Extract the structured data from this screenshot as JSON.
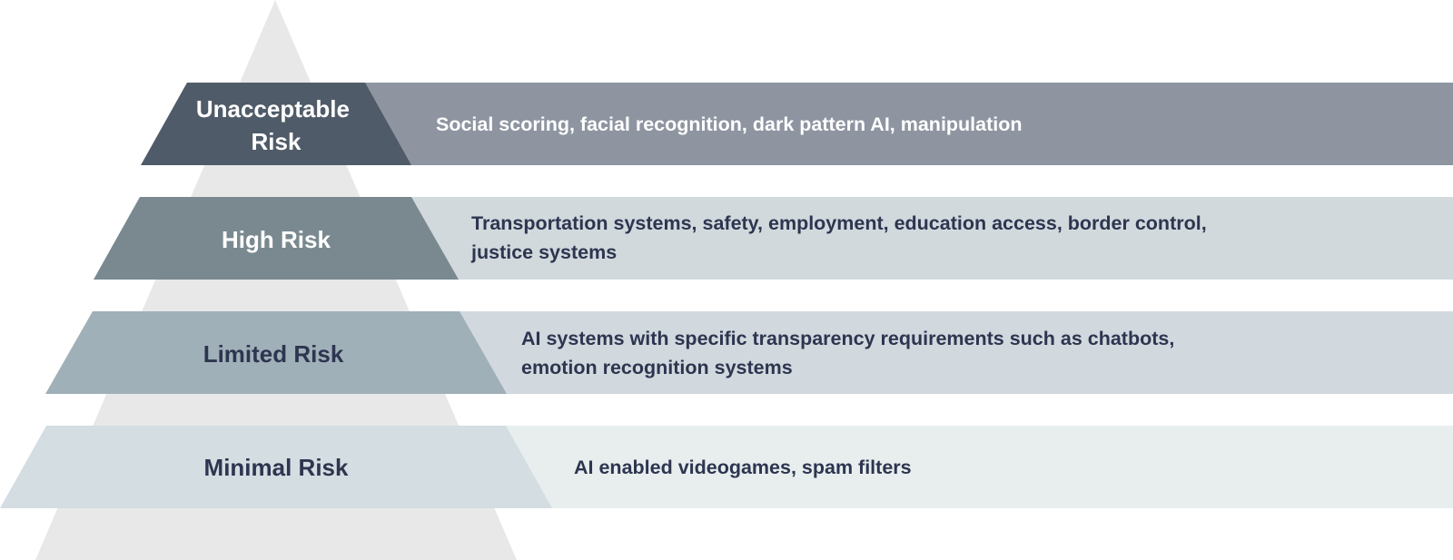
{
  "tiers": [
    {
      "id": "unacceptable",
      "title_lines": [
        "Unacceptable",
        "Risk"
      ],
      "description_lines": [
        "Social scoring, facial recognition, dark pattern AI, manipulation"
      ],
      "colors": {
        "label_bg": "#4f5b68",
        "band_bg": "#8e95a1",
        "label_text": "#ffffff",
        "desc_text": "#ffffff"
      }
    },
    {
      "id": "high",
      "title_lines": [
        "High Risk"
      ],
      "description_lines": [
        "Transportation systems, safety, employment, education access, border control,",
        "justice systems"
      ],
      "colors": {
        "label_bg": "#7a8990",
        "band_bg": "#d1d9dd",
        "label_text": "#ffffff",
        "desc_text": "#2d3550"
      }
    },
    {
      "id": "limited",
      "title_lines": [
        "Limited Risk"
      ],
      "description_lines": [
        "AI systems with specific transparency requirements such as chatbots,",
        "emotion recognition systems"
      ],
      "colors": {
        "label_bg": "#a0b0b8",
        "band_bg": "#d1d9de",
        "label_text": "#2d3550",
        "desc_text": "#2d3550"
      }
    },
    {
      "id": "minimal",
      "title_lines": [
        "Minimal Risk"
      ],
      "description_lines": [
        "AI enabled videogames, spam filters"
      ],
      "colors": {
        "label_bg": "#d4dde1",
        "band_bg": "#e8eeee",
        "label_text": "#2d3550",
        "desc_text": "#2d3550"
      }
    }
  ],
  "background_pyramid_color": "#e8e8e8"
}
